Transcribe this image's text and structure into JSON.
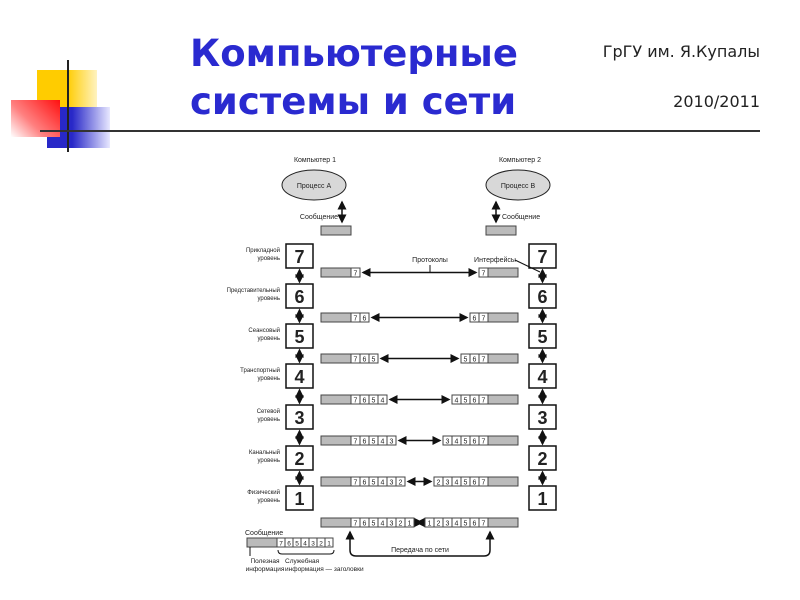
{
  "slide": {
    "title_line1": "Компьютерные",
    "title_line2": "системы и сети",
    "org": "ГрГУ им. Я.Купалы",
    "year": "2010/2011",
    "colors": {
      "title": "#2a2ad0",
      "yellow": "#ffcc00",
      "red": "#ff2020",
      "blue": "#2828c8"
    }
  },
  "diagram": {
    "computer1": "Компьютер 1",
    "computer2": "Компьютер 2",
    "process_a": "Процесс A",
    "process_b": "Процесс B",
    "message_left": "Сообщение",
    "message_right": "Сообщение",
    "protocols": "Протоколы",
    "interfaces": "Интерфейсы",
    "network_transfer": "Передача по сети",
    "layers": [
      {
        "num": "7",
        "line1": "Прикладной",
        "line2": "уровень"
      },
      {
        "num": "6",
        "line1": "Представительный",
        "line2": "уровень"
      },
      {
        "num": "5",
        "line1": "Сеансовый",
        "line2": "уровень"
      },
      {
        "num": "4",
        "line1": "Транспортный",
        "line2": "уровень"
      },
      {
        "num": "3",
        "line1": "Сетевой",
        "line2": "уровень"
      },
      {
        "num": "2",
        "line1": "Канальный",
        "line2": "уровень"
      },
      {
        "num": "1",
        "line1": "Физический",
        "line2": "уровень"
      }
    ],
    "legend": {
      "message": "Сообщение",
      "cells": [
        "7",
        "6",
        "5",
        "4",
        "3",
        "2",
        "1"
      ],
      "useful1": "Полезная",
      "useful2": "информация",
      "service1": "Служебная",
      "service2": "информация — заголовки"
    }
  }
}
